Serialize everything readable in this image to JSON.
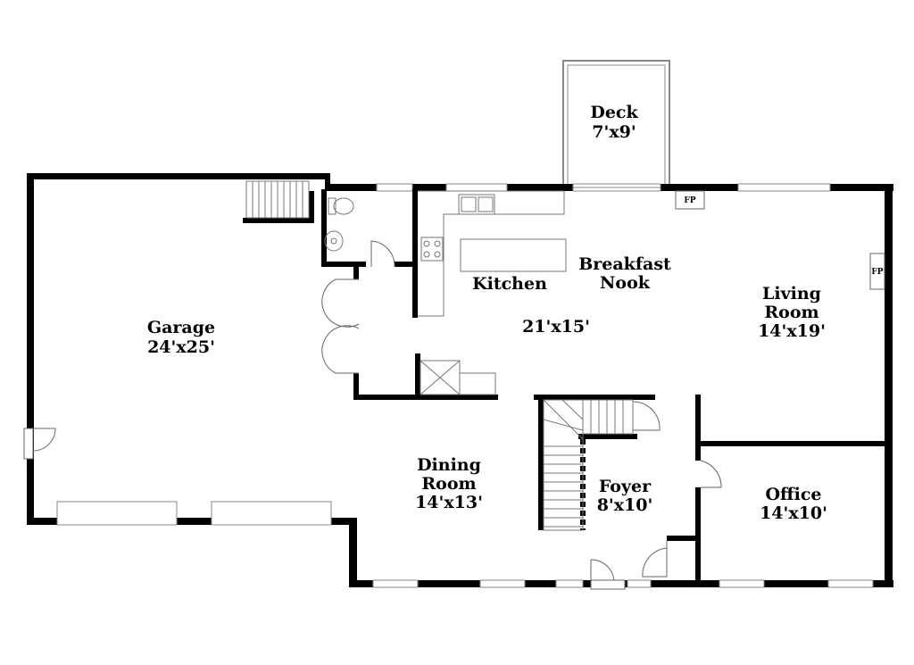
{
  "rooms": {
    "deck": {
      "name": "Deck",
      "size": "7'x9'"
    },
    "garage": {
      "name": "Garage",
      "size": "24'x25'"
    },
    "kitchen": {
      "name": "Kitchen"
    },
    "breakfast_nook": {
      "name_line1": "Breakfast",
      "name_line2": "Nook"
    },
    "kitchen_nook_size": "21'x15'",
    "living_room": {
      "name_line1": "Living",
      "name_line2": "Room",
      "size": "14'x19'"
    },
    "dining_room": {
      "name_line1": "Dining",
      "name_line2": "Room",
      "size": "14'x13'"
    },
    "foyer": {
      "name": "Foyer",
      "size": "8'x10'"
    },
    "office": {
      "name": "Office",
      "size": "14'x10'"
    }
  },
  "fireplace_labels": [
    "FP",
    "FP"
  ],
  "colors": {
    "wall": "#000000",
    "background": "#ffffff",
    "fixture": "#888888"
  }
}
